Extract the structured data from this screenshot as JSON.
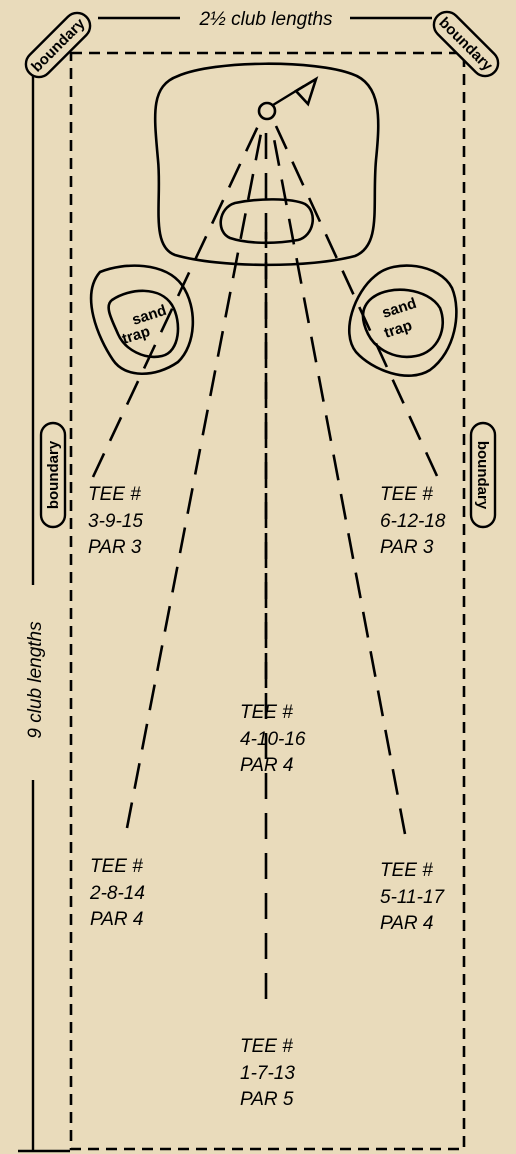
{
  "dimensions": {
    "width_label": "2½ club lengths",
    "length_label": "9 club lengths"
  },
  "boundary_label": "boundary",
  "sand_trap": {
    "line1": "sand",
    "line2": "trap"
  },
  "tees": [
    {
      "id": "tee-3-9-15",
      "line1": "TEE #",
      "line2": "3-9-15",
      "line3": "PAR 3"
    },
    {
      "id": "tee-6-12-18",
      "line1": "TEE #",
      "line2": "6-12-18",
      "line3": "PAR 3"
    },
    {
      "id": "tee-4-10-16",
      "line1": "TEE #",
      "line2": "4-10-16",
      "line3": "PAR 4"
    },
    {
      "id": "tee-2-8-14",
      "line1": "TEE #",
      "line2": "2-8-14",
      "line3": "PAR 4"
    },
    {
      "id": "tee-5-11-17",
      "line1": "TEE #",
      "line2": "5-11-17",
      "line3": "PAR 4"
    },
    {
      "id": "tee-1-7-13",
      "line1": "TEE #",
      "line2": "1-7-13",
      "line3": "PAR 5"
    }
  ]
}
